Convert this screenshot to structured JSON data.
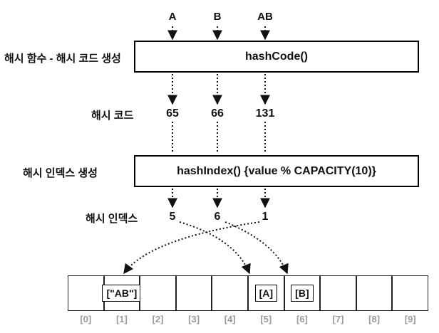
{
  "keys": [
    "A",
    "B",
    "AB"
  ],
  "labels": {
    "hash_function": "해시 함수 - 해시 코드 생성",
    "hash_code": "해시 코드",
    "hash_index_gen": "해시 인덱스 생성",
    "hash_index": "해시 인덱스"
  },
  "boxes": {
    "hash_code": "hashCode()",
    "hash_index": "hashIndex() {value % CAPACITY(10)}"
  },
  "hash_codes": [
    "65",
    "66",
    "131"
  ],
  "hash_indexes": [
    "5",
    "6",
    "1"
  ],
  "array": {
    "values": [
      "",
      "[\"AB\"]",
      "",
      "",
      "",
      "[A]",
      "[B]",
      "",
      "",
      ""
    ],
    "indexes": [
      "[0]",
      "[1]",
      "[2]",
      "[3]",
      "[4]",
      "[5]",
      "[6]",
      "[7]",
      "[8]",
      "[9]"
    ]
  }
}
